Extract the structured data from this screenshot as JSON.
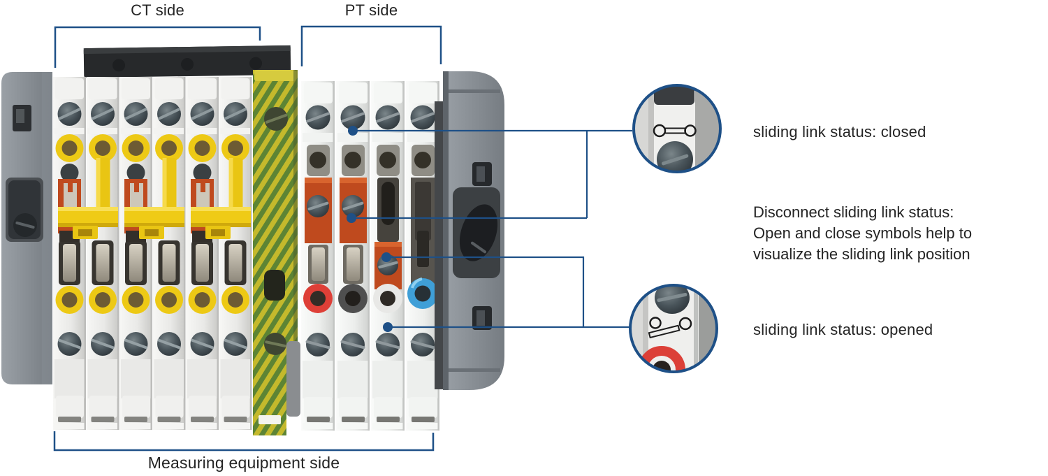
{
  "figure": {
    "ct_label": "CT side",
    "pt_label": "PT side",
    "measuring_label": "Measuring equipment side"
  },
  "callouts": {
    "closed": {
      "label": "sliding link status: closed"
    },
    "opened": {
      "label": "sliding link status: opened"
    },
    "disconnect": {
      "line1": "Disconnect sliding link status:",
      "line2": "Open and close symbols help to",
      "line3": "visualize the sliding link position"
    }
  },
  "colors": {
    "accent_blue": "#1e5087",
    "link_yellow": "#edc915",
    "link_orange": "#bf4a1e",
    "test_ring_red": "#de3f37",
    "test_ring_blue": "#3f9fd7",
    "ground_yellow": "#c4b92c",
    "ground_green": "#5d8434"
  }
}
